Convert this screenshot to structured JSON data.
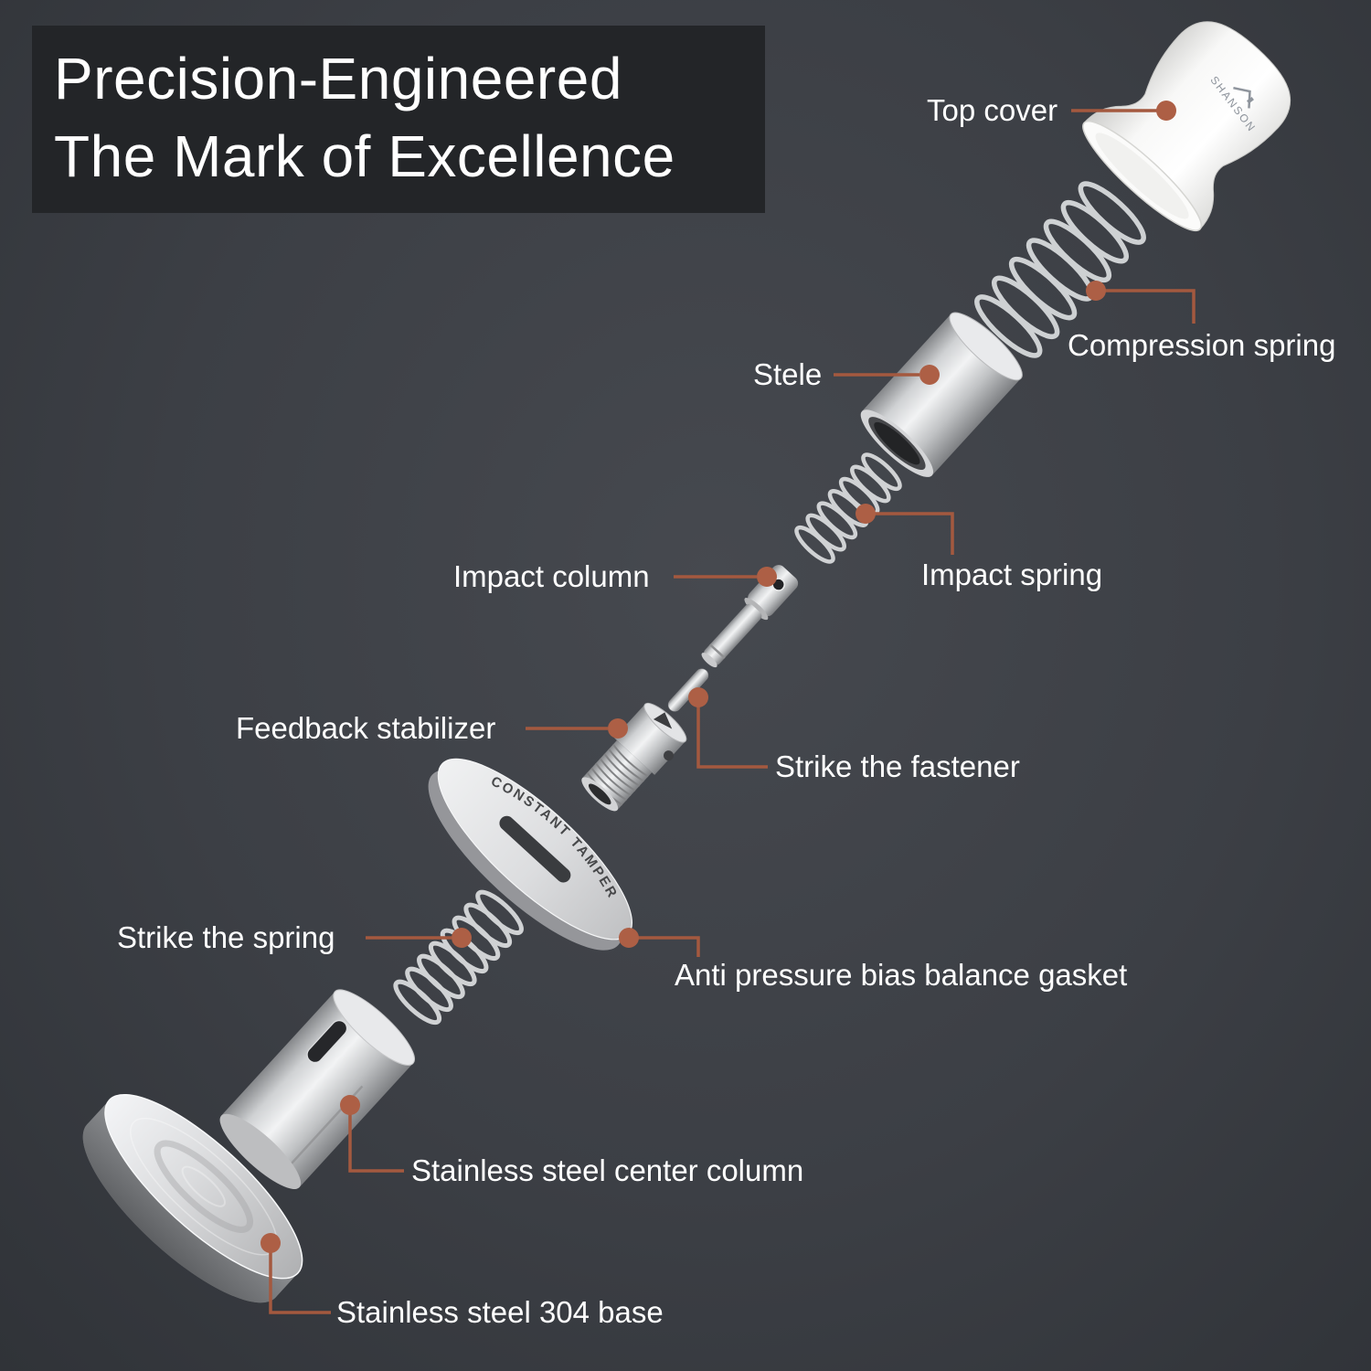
{
  "title": {
    "line1": "Precision-Engineered",
    "line2": "The Mark of Excellence"
  },
  "brand": "SHANSON",
  "gasket_text": "CONSTANT TAMPER",
  "colors": {
    "background": "#3c3f45",
    "title_box": "#232528",
    "label_line": "#a4593f",
    "dot": "#ad5f45",
    "text": "#ffffff"
  },
  "labels": [
    {
      "id": "top-cover",
      "text": "Top cover"
    },
    {
      "id": "compression-spring",
      "text": "Compression spring"
    },
    {
      "id": "stele",
      "text": "Stele"
    },
    {
      "id": "impact-spring",
      "text": "Impact spring"
    },
    {
      "id": "impact-column",
      "text": "Impact column"
    },
    {
      "id": "strike-the-fastener",
      "text": "Strike the fastener"
    },
    {
      "id": "feedback-stabilizer",
      "text": "Feedback stabilizer"
    },
    {
      "id": "anti-pressure-gasket",
      "text": "Anti pressure bias balance gasket"
    },
    {
      "id": "strike-the-spring",
      "text": "Strike the spring"
    },
    {
      "id": "center-column",
      "text": "Stainless steel center column"
    },
    {
      "id": "base",
      "text": "Stainless steel 304 base"
    }
  ]
}
